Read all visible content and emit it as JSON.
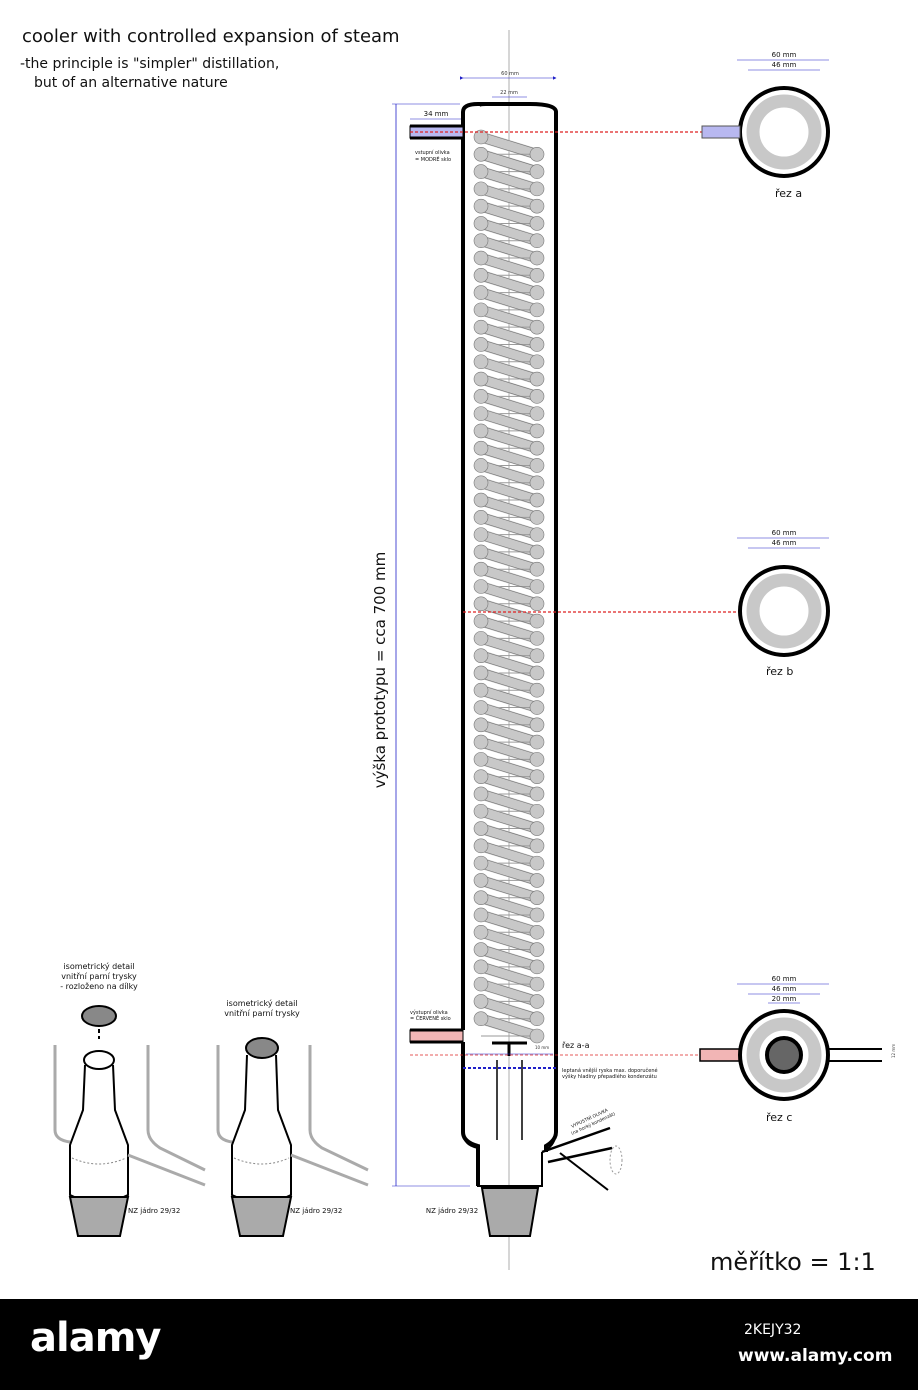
{
  "title": "cooler with controlled expansion of steam",
  "subtitle_line1": "-the principle is \"simpler\" distillation,",
  "subtitle_line2": "but of an alternative nature",
  "scale_label": "měřítko = 1:1",
  "height_label": "výška  prototypu  =  cca  700 mm",
  "dimensions": {
    "top_outer": "60 mm",
    "top_inner": "22 mm",
    "inlet": "34 mm",
    "sec_a_outer": "60 mm",
    "sec_a_inner": "46 mm",
    "sec_b_outer": "60 mm",
    "sec_b_inner": "46 mm",
    "sec_c_outer": "60 mm",
    "sec_c_inner": "46 mm",
    "sec_c_core": "20 mm",
    "small_right": "12 mm",
    "small_bottom": "10 mm"
  },
  "labels": {
    "inlet_top_line1": "vstupní olivka",
    "inlet_top_line2": "= MODRÉ sklo",
    "inlet_bottom_line1": "výstupní olivka",
    "inlet_bottom_line2": "= ČERVENÉ sklo",
    "section_a": "řez a",
    "section_b": "řez b",
    "section_c": "řez c",
    "section_aa": "řez a-a",
    "etched_line1": "leptaná vnější ryska max. doporučené",
    "etched_line2": "výšky hladiny přepadlého kondenzátu",
    "drain_line1": "VYPUSTNÍ OLIVKA",
    "drain_line2": "(na horký kondenzát)",
    "nz_core_main": "NZ jádro 29/32",
    "nz_core_left": "NZ jádro 29/32",
    "nz_core_mid": "NZ jádro 29/32",
    "iso_left_line1": "isometrický detail",
    "iso_left_line2": "vnitřní parní trysky",
    "iso_left_line3": "- rozloženo na dílky",
    "iso_mid_line1": "isometrický detail",
    "iso_mid_line2": "vnitřní parní trysky"
  },
  "footer": {
    "watermark": "alamy",
    "image_id": "2KEJY32",
    "site": "www.alamy.com"
  },
  "colors": {
    "blue_glass": "#b8b8f0",
    "red_glass": "#f2b5b5",
    "dim_line": "#2020c8",
    "section_line": "#dd2222",
    "coil": "#c8c8c8"
  }
}
